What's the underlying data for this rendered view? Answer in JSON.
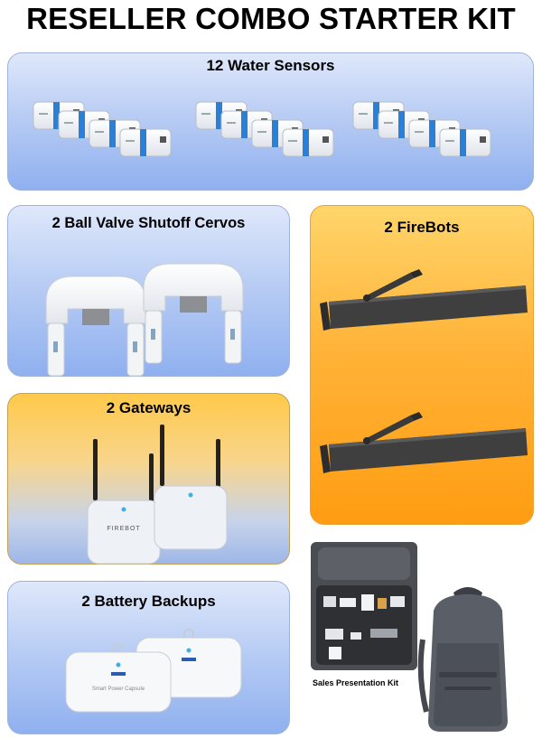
{
  "page": {
    "title": "RESELLER COMBO STARTER KIT"
  },
  "panels": {
    "water_sensors": {
      "title": "12 Water Sensors"
    },
    "valve_servos": {
      "title": "2 Ball Valve Shutoff Cervos"
    },
    "firebots": {
      "title": "2 FireBots"
    },
    "gateways": {
      "title": "2 Gateways",
      "device_label": "FIREBOT"
    },
    "battery_backups": {
      "title": "2 Battery Backups",
      "device_label": "Smart Power Capsule"
    },
    "sales_kit": {
      "caption": "Sales Presentation Kit"
    }
  },
  "colors": {
    "blue_panel": "#a9c1f2",
    "orange_panel": "#ffad2a",
    "firebot_body": "#3f3f3f",
    "sensor_band": "#2a7fd6"
  }
}
